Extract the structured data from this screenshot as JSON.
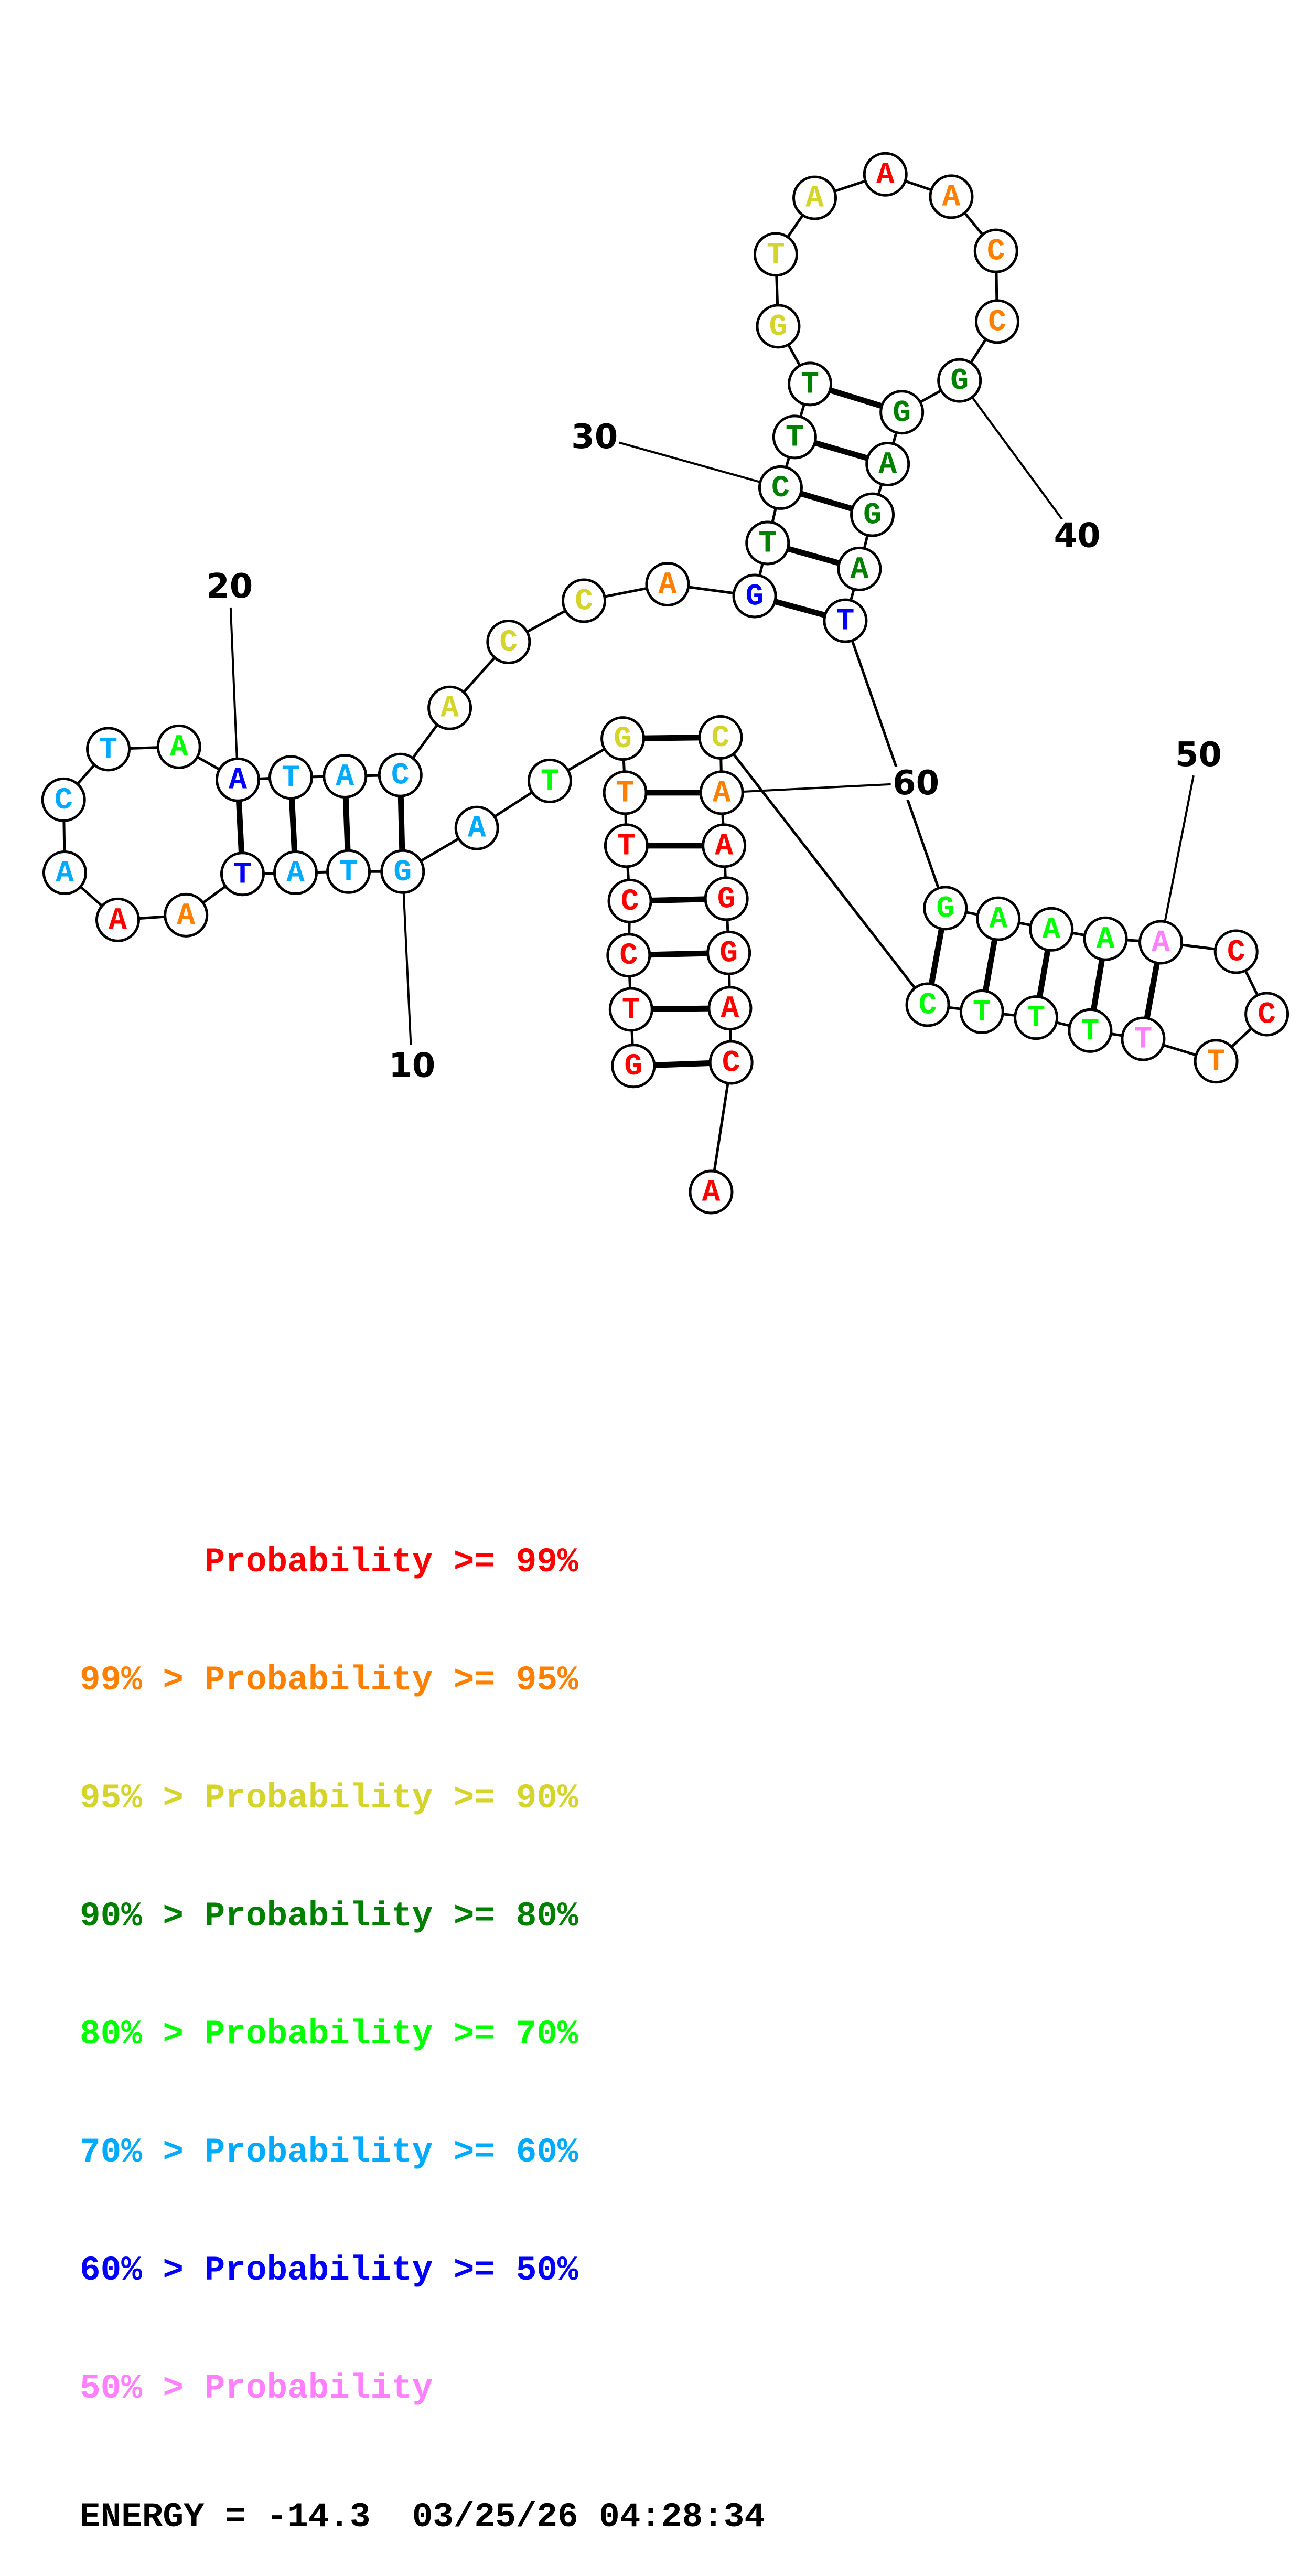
{
  "title": "RNA secondary structure (base-pair probability coloring)",
  "sequence": [
    "G",
    "T",
    "C",
    "C",
    "T",
    "T",
    "G",
    "T",
    "A",
    "G",
    "T",
    "A",
    "T",
    "A",
    "A",
    "A",
    "C",
    "T",
    "A",
    "A",
    "T",
    "A",
    "C",
    "A",
    "C",
    "C",
    "A",
    "G",
    "T",
    "C",
    "T",
    "T",
    "G",
    "T",
    "A",
    "A",
    "A",
    "C",
    "C",
    "G",
    "G",
    "A",
    "G",
    "A",
    "T",
    "G",
    "A",
    "A",
    "A",
    "A",
    "C",
    "C",
    "T",
    "T",
    "T",
    "T",
    "T",
    "C",
    "C",
    "A",
    "A",
    "G",
    "G",
    "A",
    "C",
    "A"
  ],
  "probability_class": [
    0,
    0,
    0,
    0,
    0,
    1,
    2,
    4,
    5,
    5,
    5,
    5,
    6,
    1,
    0,
    5,
    5,
    5,
    4,
    6,
    5,
    5,
    5,
    2,
    2,
    2,
    1,
    6,
    3,
    3,
    3,
    3,
    2,
    2,
    2,
    0,
    1,
    1,
    1,
    3,
    3,
    3,
    3,
    3,
    6,
    4,
    4,
    4,
    4,
    7,
    0,
    0,
    1,
    7,
    4,
    4,
    4,
    4,
    2,
    1,
    0,
    0,
    0,
    0,
    0,
    0
  ],
  "pairs": [
    [
      1,
      65
    ],
    [
      2,
      64
    ],
    [
      3,
      63
    ],
    [
      4,
      62
    ],
    [
      5,
      61
    ],
    [
      6,
      60
    ],
    [
      7,
      59
    ],
    [
      10,
      23
    ],
    [
      11,
      22
    ],
    [
      12,
      21
    ],
    [
      13,
      20
    ],
    [
      28,
      45
    ],
    [
      29,
      44
    ],
    [
      30,
      43
    ],
    [
      31,
      42
    ],
    [
      32,
      41
    ],
    [
      46,
      58
    ],
    [
      47,
      57
    ],
    [
      48,
      56
    ],
    [
      49,
      55
    ],
    [
      50,
      54
    ]
  ],
  "number_labels": [
    {
      "index": 10,
      "text": "10"
    },
    {
      "index": 20,
      "text": "20"
    },
    {
      "index": 30,
      "text": "30"
    },
    {
      "index": 40,
      "text": "40"
    },
    {
      "index": 50,
      "text": "50"
    },
    {
      "index": 60,
      "text": "60"
    }
  ],
  "class_colors": [
    "#ff0000",
    "#ff8000",
    "#d4d42a",
    "#008000",
    "#00ff00",
    "#00aaff",
    "#0000ff",
    "#ff80ff"
  ],
  "legend": [
    {
      "text": "      Probability >= 99%",
      "color": "#ff0000"
    },
    {
      "text": "99% > Probability >= 95%",
      "color": "#ff8000"
    },
    {
      "text": "95% > Probability >= 90%",
      "color": "#d4d42a"
    },
    {
      "text": "90% > Probability >= 80%",
      "color": "#008000"
    },
    {
      "text": "80% > Probability >= 70%",
      "color": "#00ff00"
    },
    {
      "text": "70% > Probability >= 60%",
      "color": "#00aaff"
    },
    {
      "text": "60% > Probability >= 50%",
      "color": "#0000ff"
    },
    {
      "text": "50% > Probability",
      "color": "#ff80ff"
    }
  ],
  "footer": {
    "energy_text": "ENERGY = -14.3  03/25/26 04:28:34",
    "energy": -14.3,
    "date": "03/25/26",
    "time": "04:28:34"
  }
}
